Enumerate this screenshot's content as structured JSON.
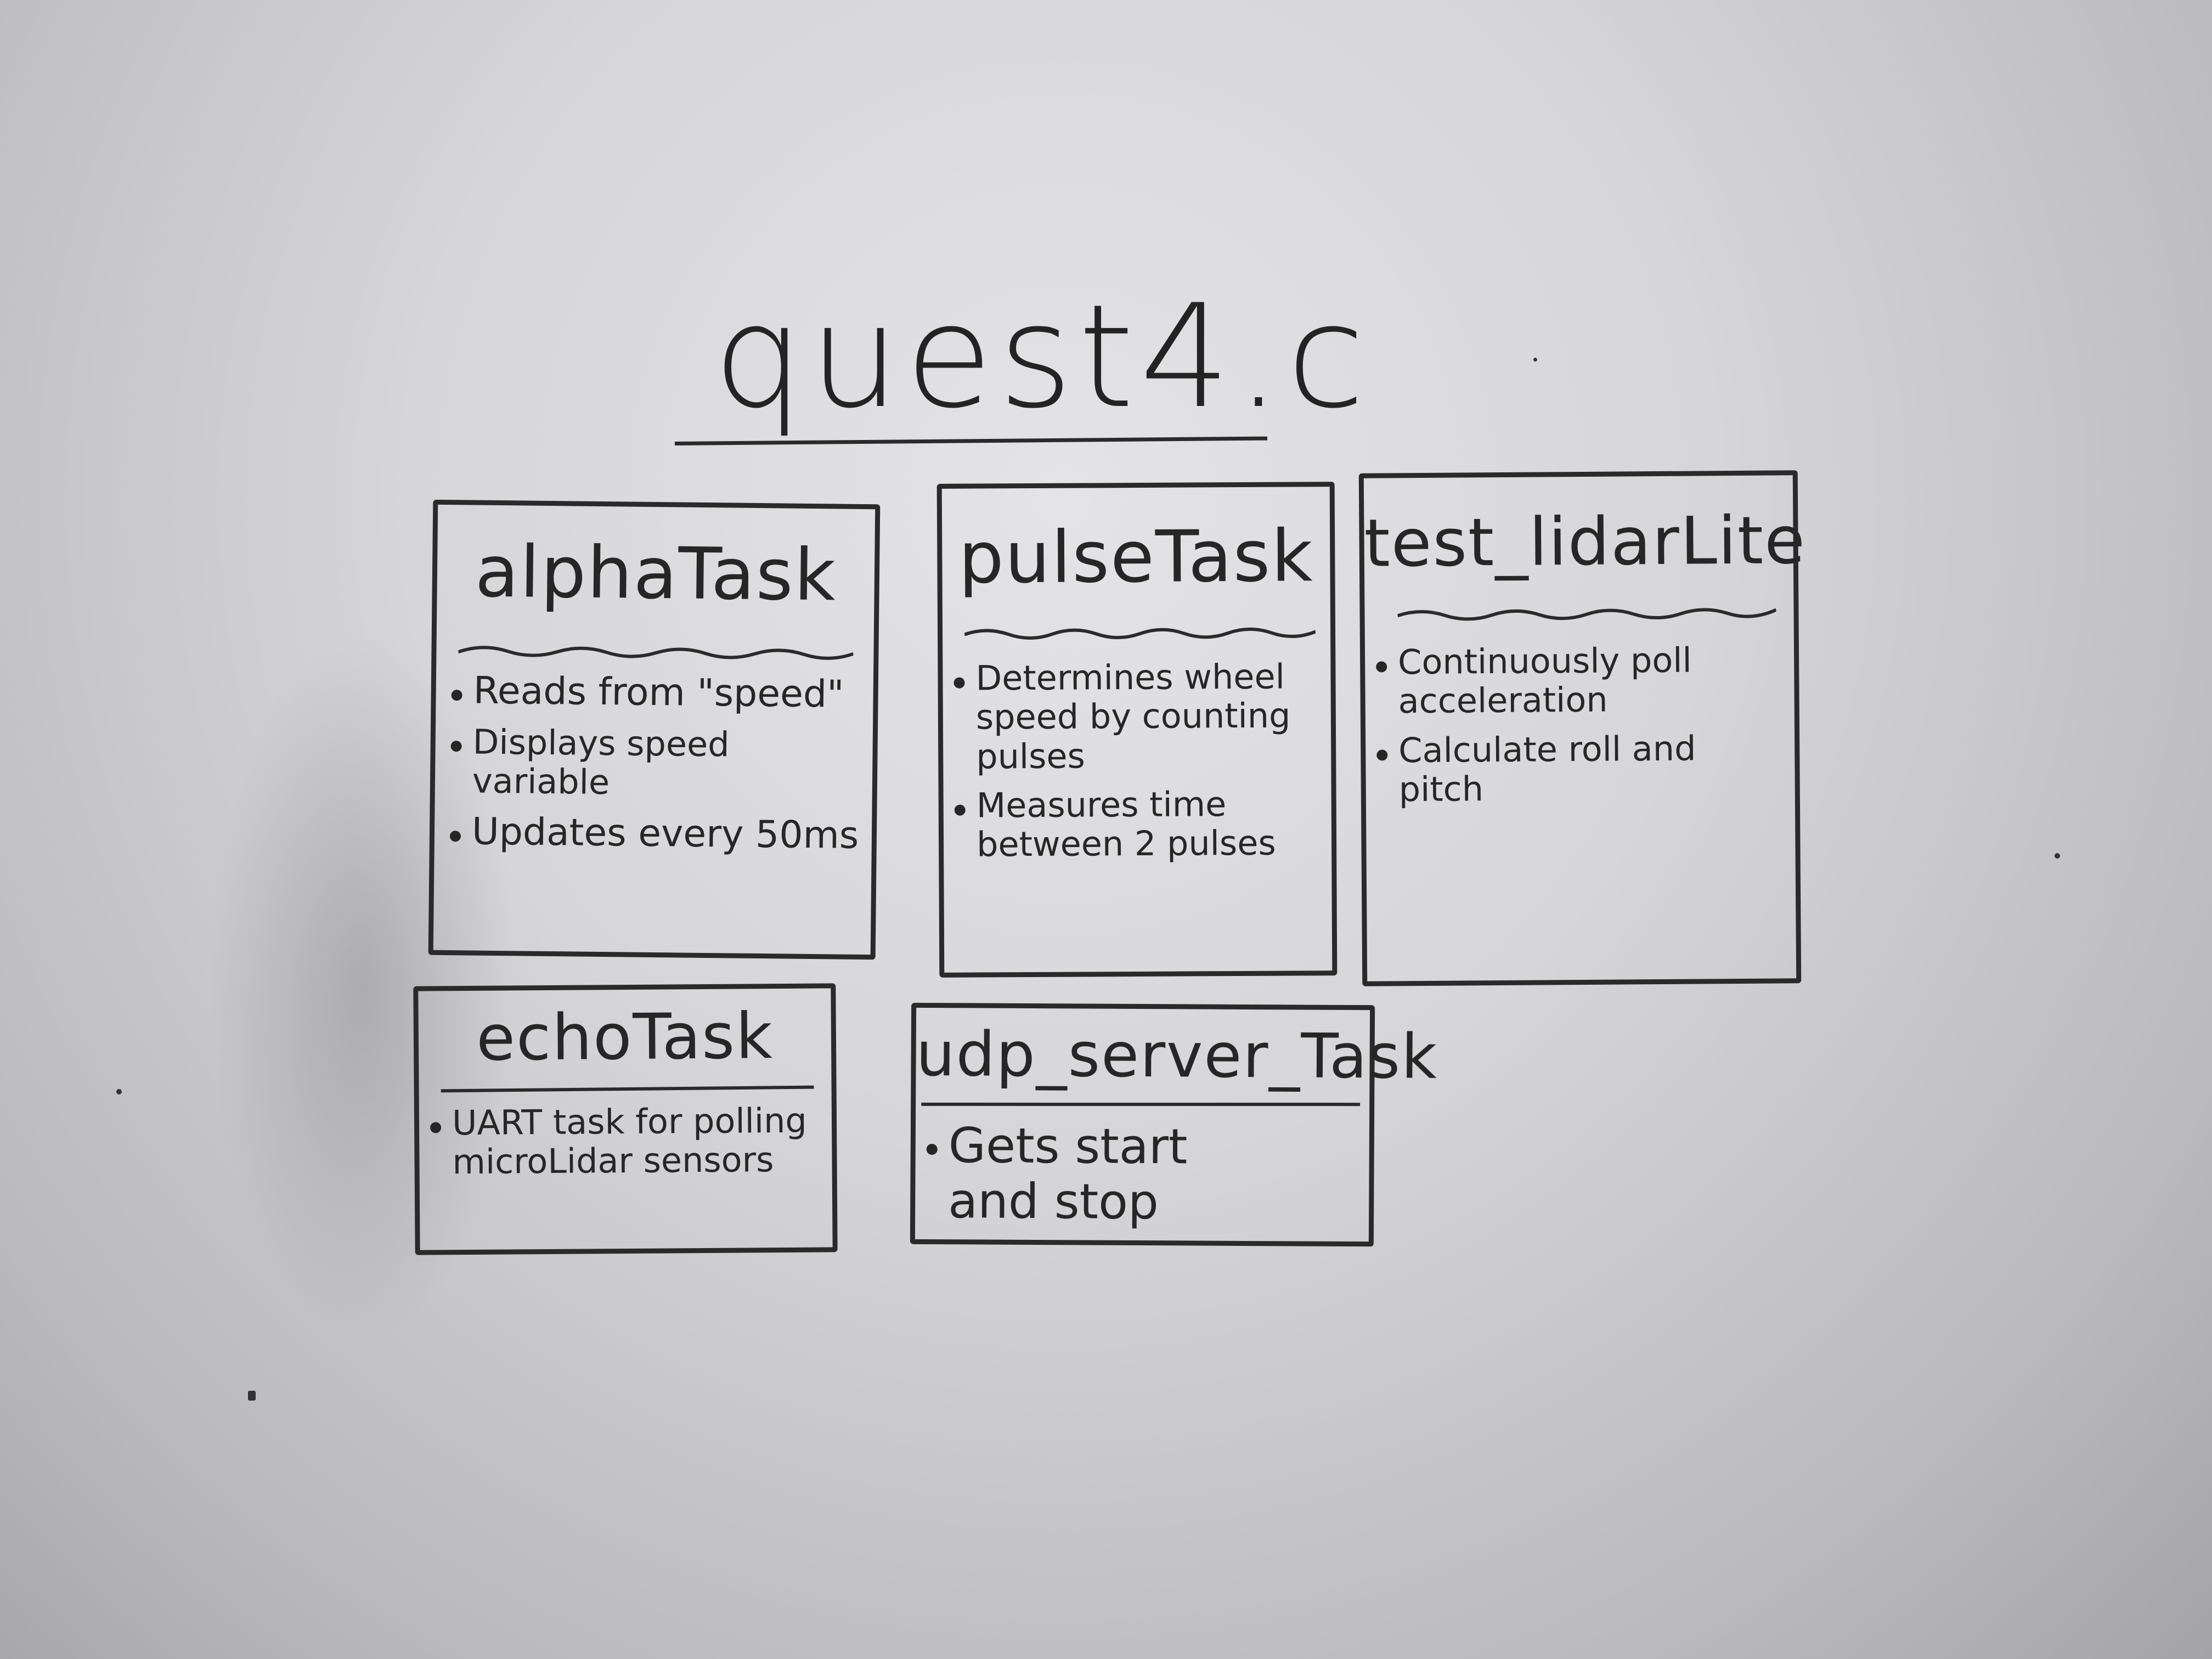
{
  "title": "quest4.c",
  "tasks": [
    {
      "name": "alphaTask",
      "bullets": [
        "Reads from \"speed\"",
        "Displays speed variable",
        "Updates every 50ms"
      ]
    },
    {
      "name": "pulseTask",
      "bullets": [
        "Determines wheel speed by counting pulses",
        "Measures time between 2 pulses"
      ]
    },
    {
      "name": "test_lidarLite",
      "bullets": [
        "Continuously poll acceleration",
        "Calculate roll and pitch"
      ]
    },
    {
      "name": "echoTask",
      "bullets": [
        "UART task for polling microLidar sensors"
      ]
    },
    {
      "name": "udp_server_Task",
      "bullets": [
        "Gets start and stop"
      ]
    }
  ]
}
